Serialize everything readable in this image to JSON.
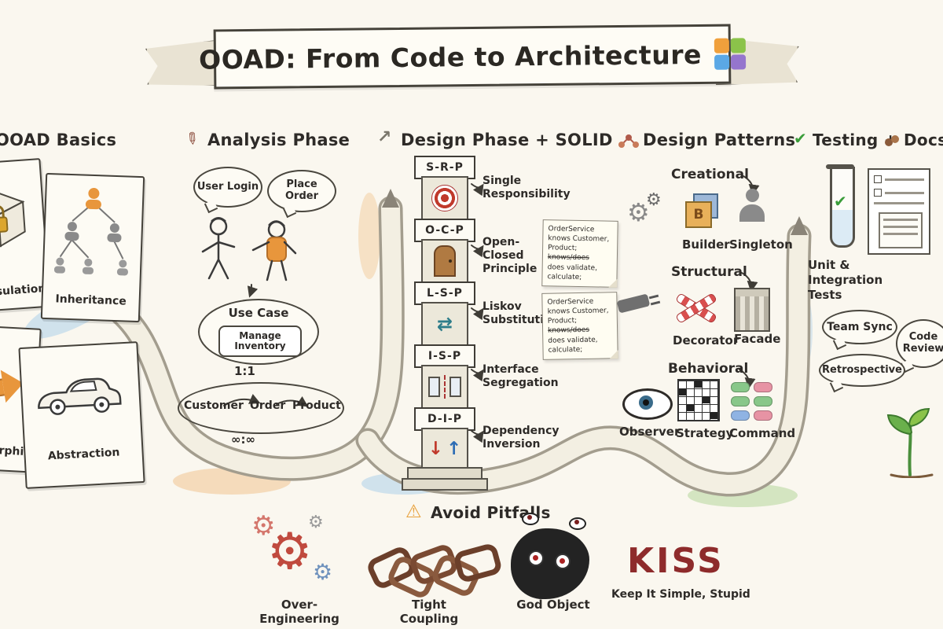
{
  "colors": {
    "kiss": "#8e2b2b",
    "warning": "#e8a13c",
    "check_green": "#3a9d3a",
    "accent_orange": "#e8963c"
  },
  "icons": {
    "warning": "⚠",
    "check": "✔",
    "pencil": "✎",
    "arrow_up": "↗",
    "gear": "⚙",
    "down": "↓",
    "up": "↑",
    "swap": "⇄"
  },
  "banner": {
    "title": "OOAD: From Code to Architecture"
  },
  "sections": {
    "basics": {
      "header": "OOAD Basics",
      "cards": [
        {
          "label": "Encapsulation"
        },
        {
          "label": "Inheritance"
        },
        {
          "label": "Polymorphism"
        },
        {
          "label": "Abstraction"
        }
      ]
    },
    "analysis": {
      "header": "Analysis Phase",
      "bubbles": [
        "User Login",
        "Place Order"
      ],
      "use_case": {
        "label": "Use Case",
        "content": "Manage Inventory"
      },
      "cardinality_top": "1:1",
      "entities": [
        "Customer",
        "Order",
        "Product"
      ],
      "cardinality_bottom": "∞:∞"
    },
    "design": {
      "header": "Design Phase + SOLID",
      "principles": [
        {
          "abbr": "S-R-P",
          "name": "Single Responsibility"
        },
        {
          "abbr": "O-C-P",
          "name": "Open-Closed Principle"
        },
        {
          "abbr": "L-S-P",
          "name": "Liskov Substitution"
        },
        {
          "abbr": "I-S-P",
          "name": "Interface Segregation"
        },
        {
          "abbr": "D-I-P",
          "name": "Dependency Inversion"
        }
      ],
      "notes": [
        {
          "lines": [
            "OrderService",
            "knows Customer,",
            "Product;",
            "knows/does",
            "does validate,",
            "calculate;"
          ]
        },
        {
          "lines": [
            "OrderService",
            "knows Customer,",
            "Product;",
            "knows/does",
            "does validate,",
            "calculate;"
          ]
        }
      ]
    },
    "patterns": {
      "header": "Design Patterns",
      "groups": [
        {
          "name": "Creational",
          "items": [
            "Builder",
            "Singleton"
          ]
        },
        {
          "name": "Structural",
          "items": [
            "Decorator",
            "Facade"
          ]
        },
        {
          "name": "Behavioral",
          "items": [
            "Observer",
            "Strategy",
            "Command"
          ]
        }
      ]
    },
    "testing": {
      "header_pre": "Testing +",
      "header_post": "Docs",
      "tests_label": "Unit & Integration Tests",
      "bubbles": [
        "Team Sync",
        "Code Review",
        "Retrospective"
      ]
    },
    "pitfalls": {
      "header": "Avoid Pitfalls",
      "items": [
        "Over-Engineering",
        "Tight Coupling",
        "God Object"
      ],
      "kiss": "KISS",
      "kiss_sub": "Keep It Simple, Stupid"
    }
  }
}
